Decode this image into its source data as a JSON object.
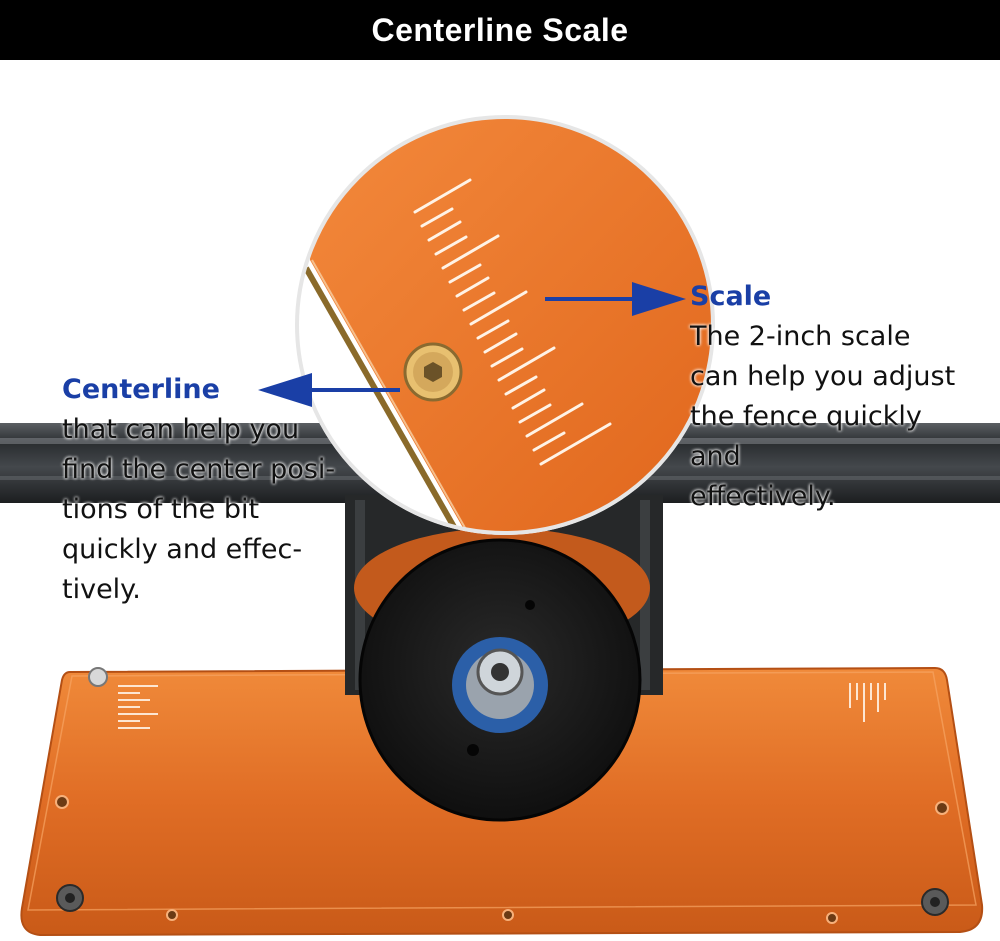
{
  "header": {
    "title": "Centerline Scale"
  },
  "callouts": {
    "centerline": {
      "heading": "Centerline",
      "lines": [
        "that can help you",
        "find the center posi-",
        "tions of the bit",
        "quickly and effec-",
        "tively."
      ]
    },
    "scale": {
      "heading": "Scale",
      "lines": [
        "The 2-inch scale",
        "can help you adjust",
        "the fence quickly",
        "and",
        "effectively."
      ]
    }
  },
  "colors": {
    "header_bg": "#000000",
    "header_text": "#ffffff",
    "accent_blue": "#1a3fa6",
    "plate_orange": "#e8742a",
    "fence_dark": "#2a2d30"
  },
  "icons": [
    "centerline-arrow-icon",
    "scale-arrow-icon",
    "hex-screw-icon"
  ]
}
